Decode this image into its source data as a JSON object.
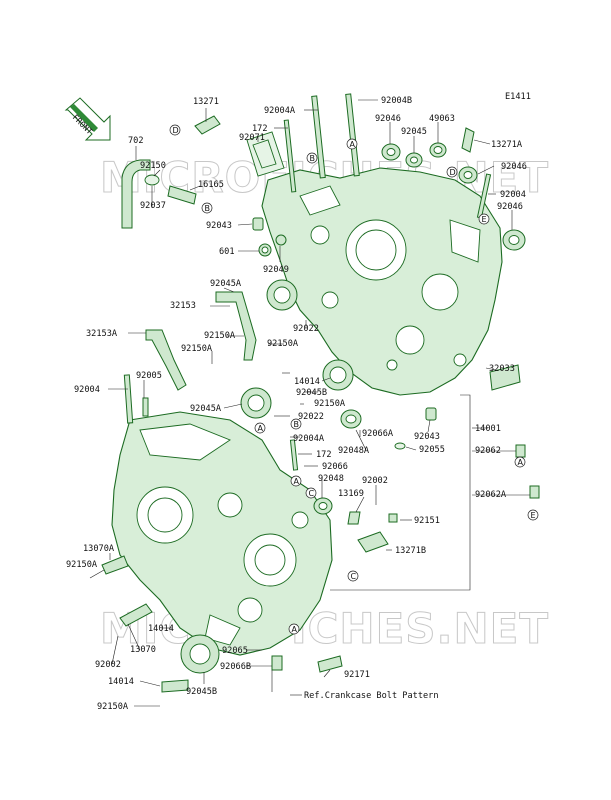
{
  "diagram_code": "E1411",
  "front_label": "FRONT",
  "note": "Ref.Crankcase Bolt Pattern",
  "watermark": "MICROFICHES.NET",
  "part_labels": [
    "13271",
    "702",
    "92150",
    "16165",
    "92037",
    "92004A",
    "172",
    "92071",
    "92004B",
    "92046",
    "49063",
    "92045",
    "13271A",
    "92046",
    "92004",
    "92046",
    "92043",
    "601",
    "92049",
    "92045A",
    "32153",
    "92022",
    "92150A",
    "32153A",
    "92150A",
    "92150A",
    "14014",
    "92045B",
    "92150A",
    "92022",
    "92004",
    "92005",
    "92045A",
    "92004A",
    "172",
    "92066",
    "92048",
    "92066A",
    "92048A",
    "92043",
    "92055",
    "32033",
    "14001",
    "92062",
    "92062A",
    "92002",
    "13169",
    "92151",
    "13271B",
    "13070A",
    "92150A",
    "14014",
    "13070",
    "92002",
    "92065",
    "92066B",
    "92171",
    "14014",
    "92045B",
    "92150A"
  ],
  "callouts": [
    "B",
    "D",
    "B",
    "A",
    "D",
    "E",
    "A",
    "B",
    "C",
    "A",
    "A",
    "A",
    "C",
    "E"
  ]
}
